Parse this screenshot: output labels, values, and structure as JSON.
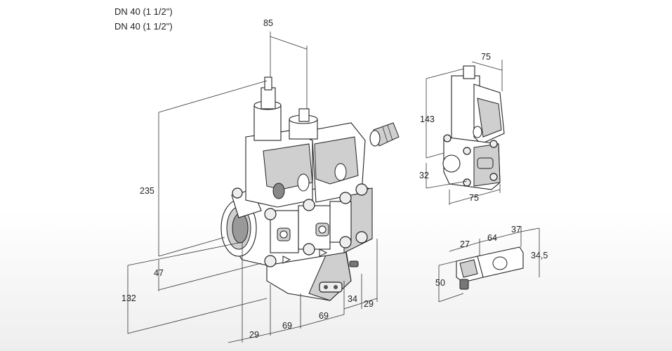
{
  "title": {
    "line1": "DN 40 (1 1/2\")",
    "line2": "DN 40 (1 1/2\")"
  },
  "dimensions": {
    "top_width": "85",
    "total_height": "235",
    "flange_height": "47",
    "base_height": "132",
    "front_offset": "29",
    "module_width_1": "69",
    "module_width_2": "69",
    "side_depth": "34",
    "side_offset": "29",
    "side_view_width_top": "75",
    "side_view_height": "143",
    "side_view_base_height": "32",
    "side_view_width_bottom": "75",
    "plug_len_27": "27",
    "plug_len_64": "64",
    "plug_len_37": "37",
    "plug_height_50": "50",
    "plug_depth": "34,5"
  }
}
